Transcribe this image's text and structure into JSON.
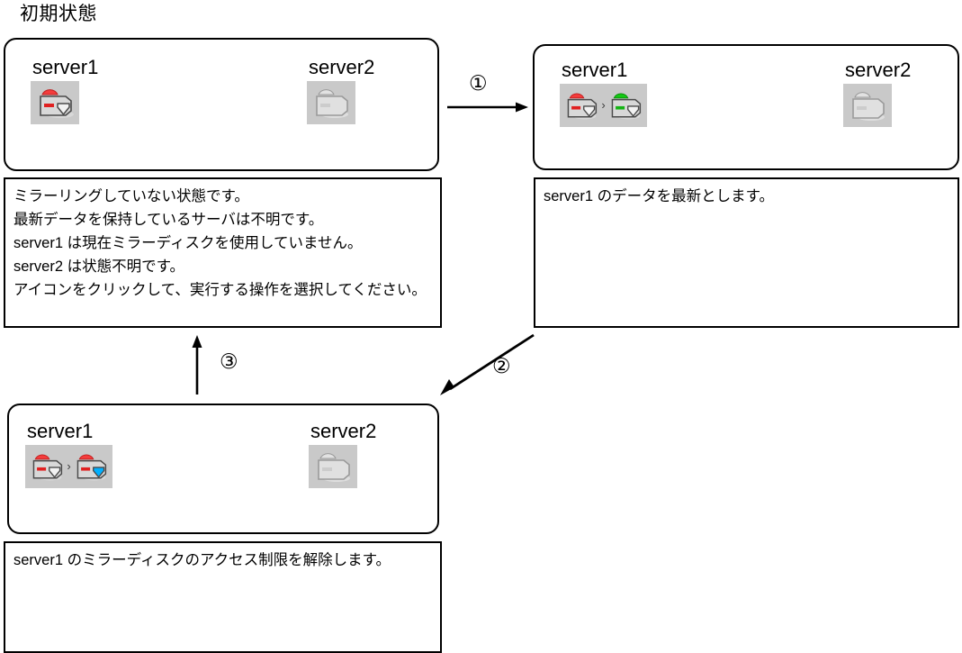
{
  "title": "初期状態",
  "colors": {
    "panel_border": "#000000",
    "icon_tray_bg": "#c9c9c9",
    "status_red": "#f43c3c",
    "status_green": "#14c814",
    "status_blue": "#00b0ff",
    "disabled_gray": "#b4b4b4"
  },
  "panels": [
    {
      "id": "panel-initial",
      "servers": [
        {
          "name": "server1",
          "icon": "mirror-disk-red-icon",
          "state": "red"
        },
        {
          "name": "server2",
          "icon": "mirror-disk-disabled-icon",
          "state": "disabled"
        }
      ]
    },
    {
      "id": "panel-step1",
      "servers": [
        {
          "name": "server1",
          "icon": "mirror-disk-red-to-green-icon",
          "state": "red-to-green"
        },
        {
          "name": "server2",
          "icon": "mirror-disk-disabled-icon",
          "state": "disabled"
        }
      ]
    },
    {
      "id": "panel-step2",
      "servers": [
        {
          "name": "server1",
          "icon": "mirror-disk-red-to-blue-icon",
          "state": "red-to-blue"
        },
        {
          "name": "server2",
          "icon": "mirror-disk-disabled-icon",
          "state": "disabled"
        }
      ]
    }
  ],
  "descriptions": {
    "initial": [
      "ミラーリングしていない状態です。",
      "最新データを保持しているサーバは不明です。",
      "server1 は現在ミラーディスクを使用していません。",
      "server2 は状態不明です。",
      "アイコンをクリックして、実行する操作を選択してください。"
    ],
    "step1": [
      "server1 のデータを最新とします。"
    ],
    "step2": [
      "server1  のミラーディスクのアクセス制限を解除します。"
    ]
  },
  "steps": [
    {
      "label": "①",
      "name": "step-1",
      "direction": "right"
    },
    {
      "label": "②",
      "name": "step-2",
      "direction": "down-left"
    },
    {
      "label": "③",
      "name": "step-3",
      "direction": "up"
    }
  ]
}
